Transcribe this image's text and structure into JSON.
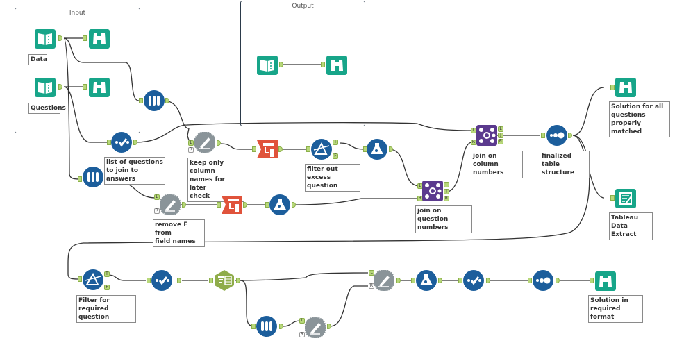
{
  "containers": {
    "input": {
      "title": "Input"
    },
    "output": {
      "title": "Output"
    }
  },
  "annotations": {
    "data": "Data",
    "questions": "Questions",
    "list_questions": "list of questions\nto join to answers",
    "keep_columns": "keep only column\nnames for later\ncheck",
    "filter_excess": "filter out excess\nquestion",
    "join_column": "join on column\nnumbers",
    "join_question": "join on question\nnumbers",
    "remove_f": "remove F from\nfield names",
    "finalized": "finalized table\nstructure",
    "solution_all": "Solution for all\nquestions\nproperly matched",
    "tableau": "Tableau Data\nExtract",
    "filter_required": "Filter for required\nquestion",
    "solution_required": "Solution in\nrequired format"
  },
  "ports": {
    "true": "T",
    "false": "F",
    "left": "L",
    "join": "J",
    "right": "R"
  },
  "colors": {
    "teal": "#17a589",
    "blue": "#1c5e9c",
    "purple": "#5b3a8e",
    "orange": "#e0533b",
    "grey": "#8a9499",
    "olive": "#8fac4a",
    "port": "#b8d87a",
    "wire": "#333333"
  }
}
